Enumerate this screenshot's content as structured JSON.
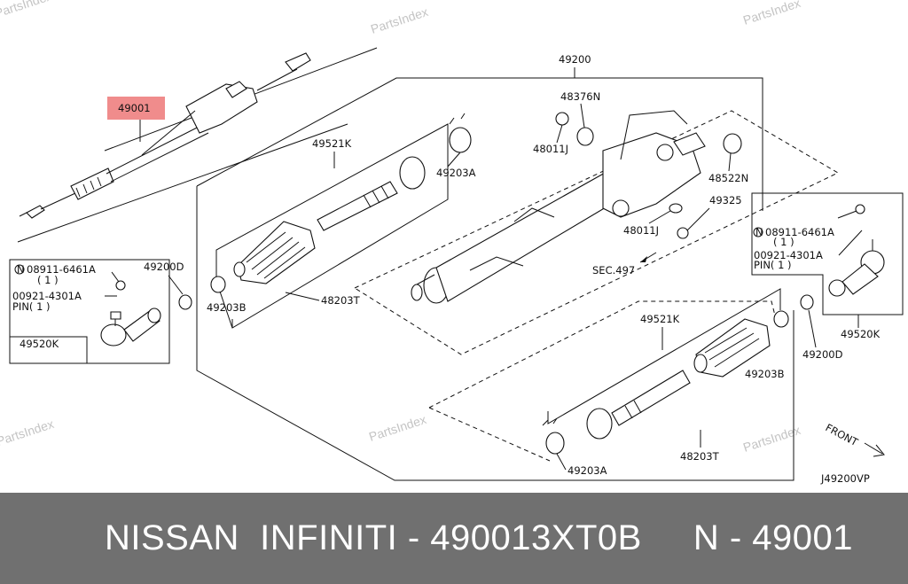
{
  "watermark": "PartsIndex",
  "diagram_code": "J49200VP",
  "front_label": "FRONT",
  "highlight_color": "#f08c8c",
  "banner": {
    "text": "NISSAN  INFINITI - 490013XT0B     N - 49001",
    "background": "#707070"
  },
  "labels": {
    "l49001": "49001",
    "l49200": "49200",
    "l48376N": "48376N",
    "l48011J_top": "48011J",
    "l48522N": "48522N",
    "l49521K_left": "49521K",
    "l49203A_top": "49203A",
    "l49325": "49325",
    "l48011J_mid": "48011J",
    "sec497": "SEC.497",
    "l49200D_left": "49200D",
    "l49203B_left": "49203B",
    "l48203T_left": "48203T",
    "l49520K_left": "49520K",
    "left_nut": "08911-6461A",
    "left_nut_qty": "( 1 )",
    "left_pin": "00921-4301A",
    "left_pin_qty": "PIN( 1 )",
    "l49521K_right": "49521K",
    "l49203B_right": "49203B",
    "l48203T_right": "48203T",
    "l49203A_bottom": "49203A",
    "l49200D_right": "49200D",
    "l49520K_right": "49520K",
    "right_nut": "08911-6461A",
    "right_nut_qty": "( 1 )",
    "right_pin": "00921-4301A",
    "right_pin_qty": "PIN( 1 )"
  }
}
